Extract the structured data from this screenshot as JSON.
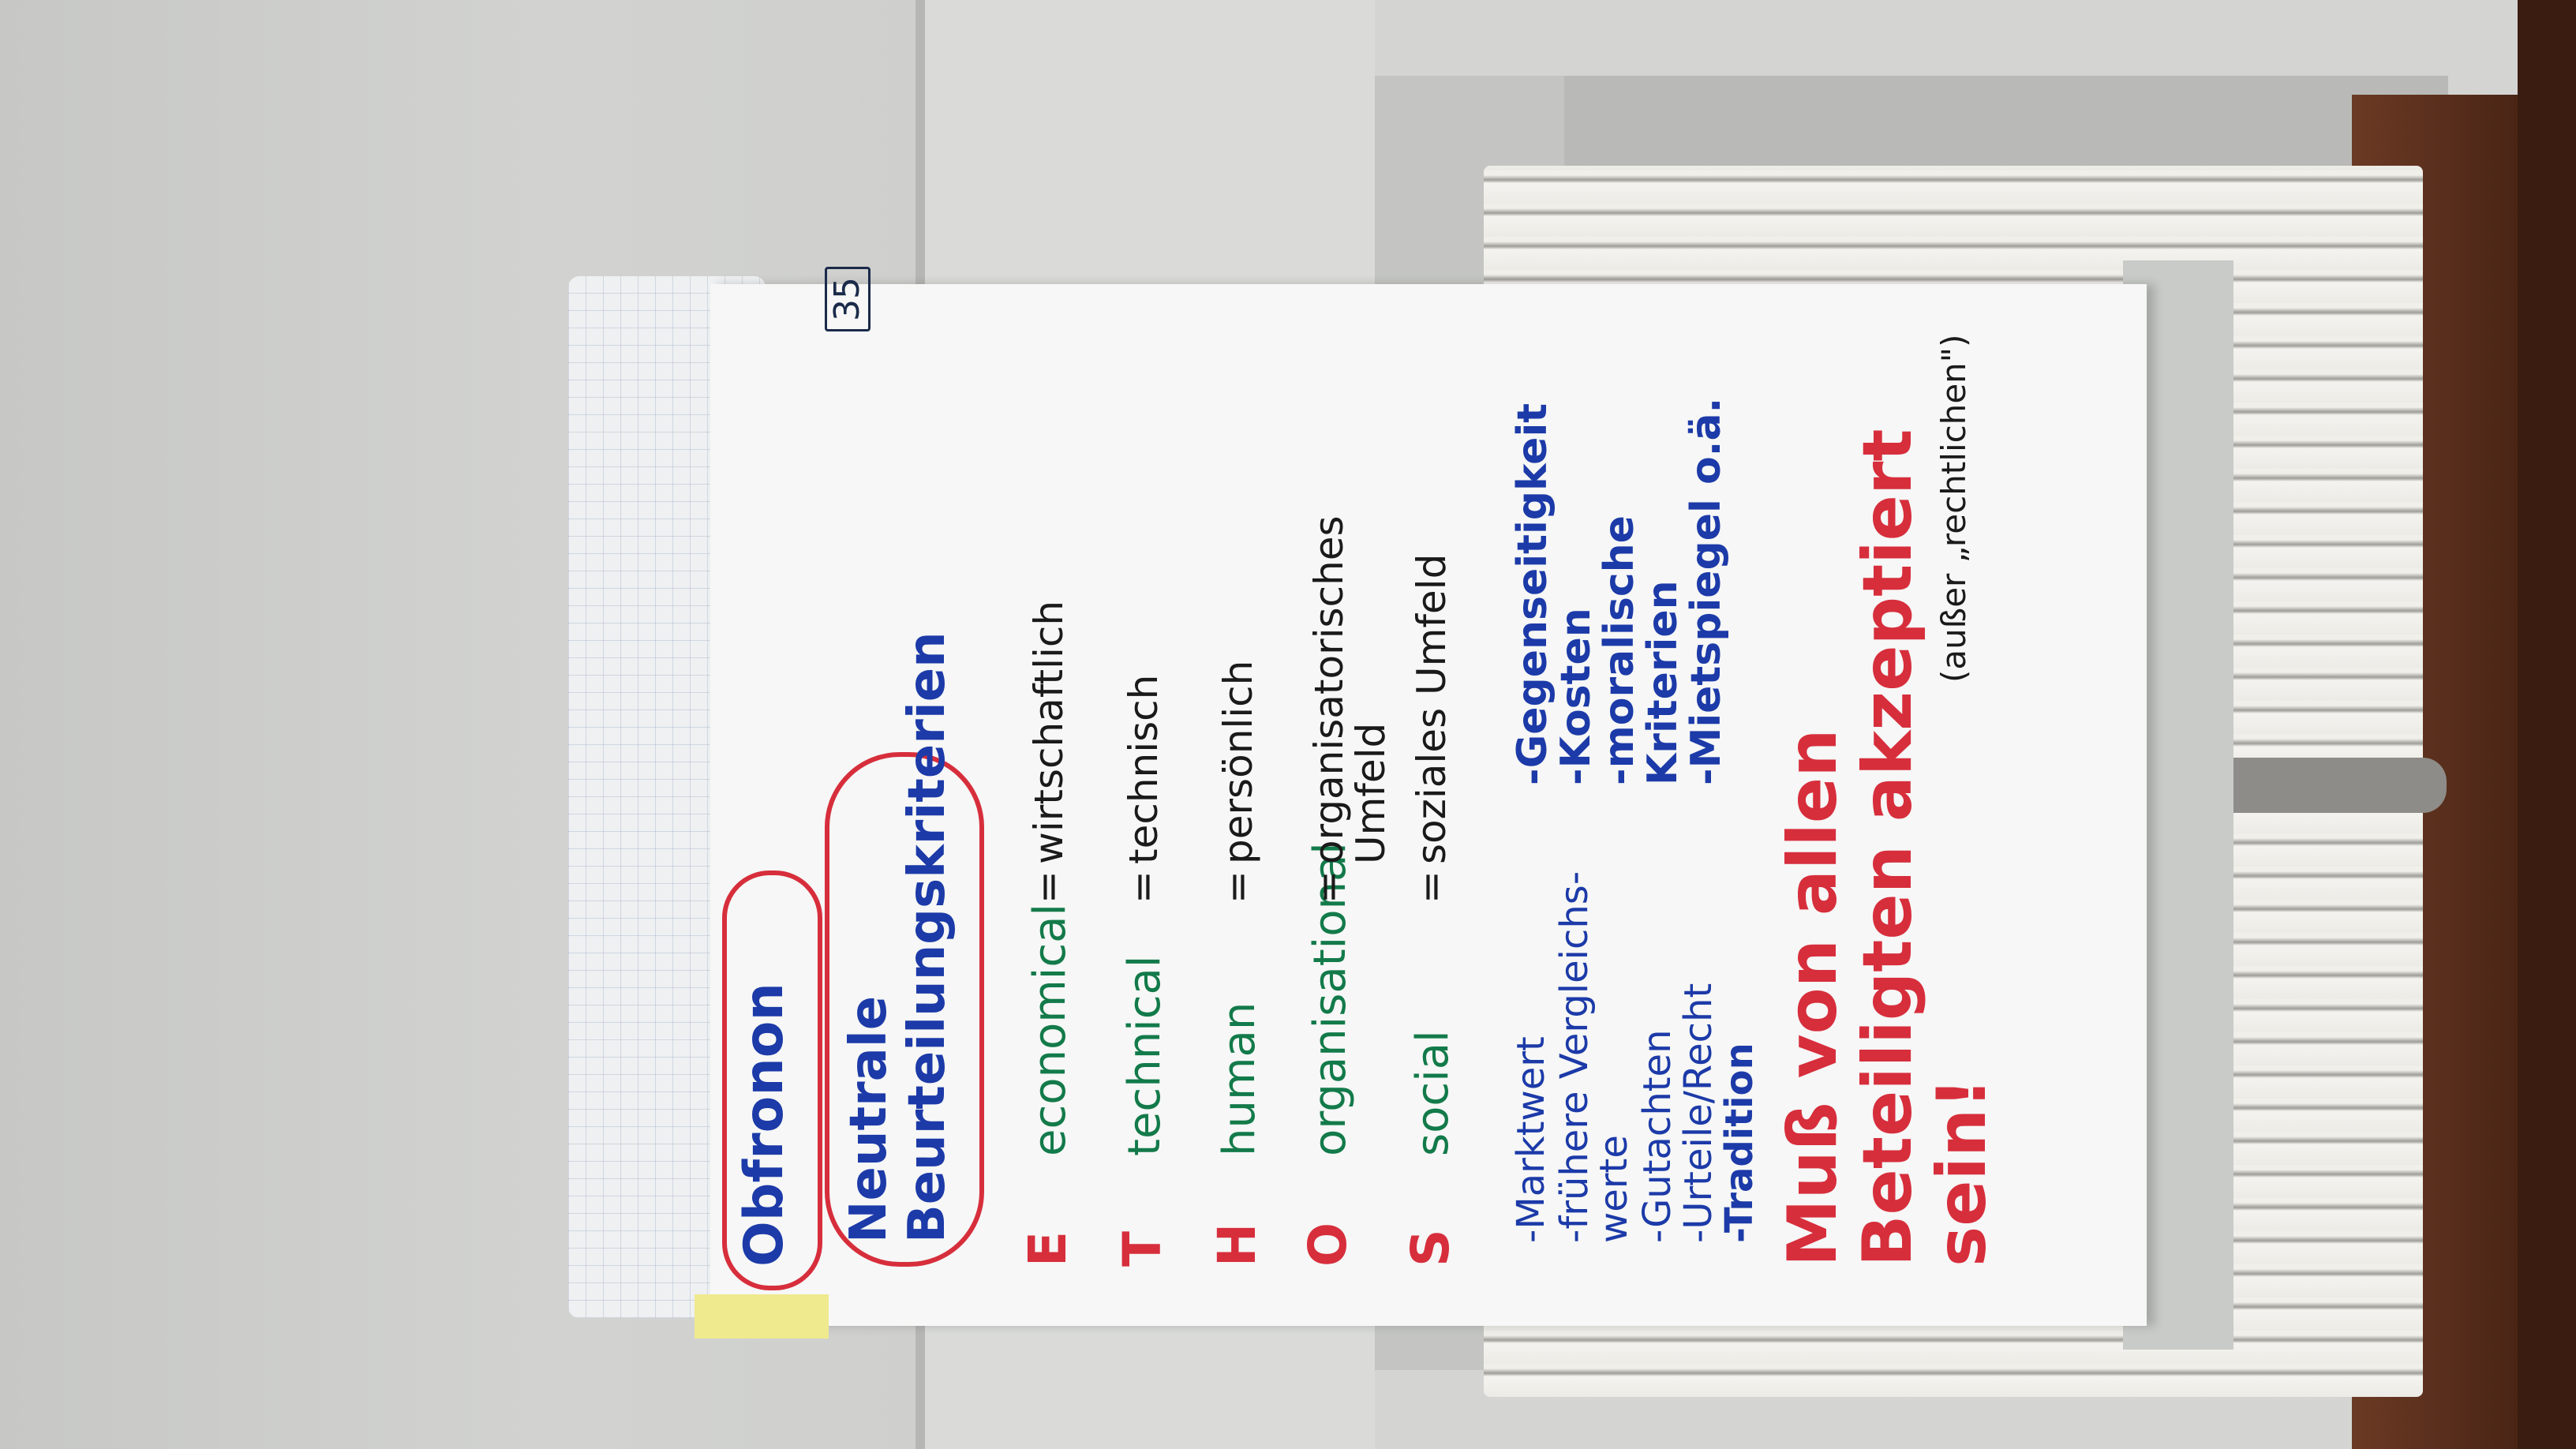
{
  "photo": {
    "page_number": "35",
    "previous_sheet_text": "Obfronon",
    "cloud_title": "Neutrale Beurteilungskriterien",
    "ethos": [
      {
        "letter": "E",
        "word": "economical",
        "translation": "wirtschaftlich"
      },
      {
        "letter": "T",
        "word": "technical",
        "translation": "technisch"
      },
      {
        "letter": "H",
        "word": "human",
        "translation": "persönlich"
      },
      {
        "letter": "O",
        "word": "organisational",
        "translation": "organisatorisches Umfeld"
      },
      {
        "letter": "S",
        "word": "social",
        "translation": "soziales Umfeld"
      }
    ],
    "criteria_left": [
      "-Marktwert",
      "-frühere Vergleichs-werte",
      "-Gutachten",
      "-Urteile/Recht",
      "-Tradition"
    ],
    "criteria_right": [
      "-Gegenseitigkeit",
      "-Kosten",
      "-moralische Kriterien",
      "-Mietspiegel o.ä."
    ],
    "final_statement": "Muß von allen Beteiligten akzeptiert sein!",
    "final_note": "(außer „rechtlichen\")",
    "colors": {
      "red": "#d72e3c",
      "blue": "#1c3aa8",
      "green": "#137a4a",
      "black": "#1a1a1a"
    }
  }
}
